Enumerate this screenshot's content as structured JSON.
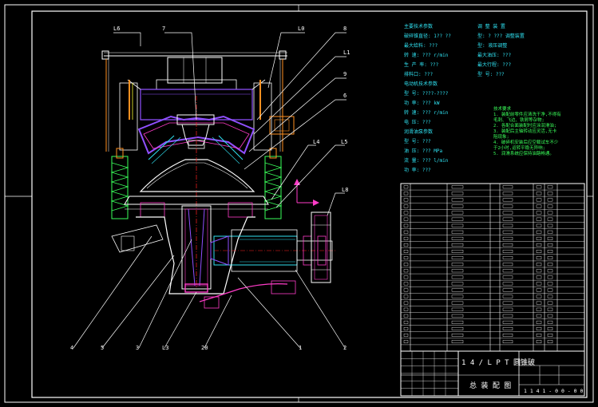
{
  "callouts": {
    "top": [
      "L6",
      "7",
      "L0",
      "8",
      "L1",
      "9",
      "6",
      "L4",
      "L5",
      "L8"
    ],
    "bottom": [
      "4",
      "5",
      "3",
      "L3",
      "20",
      "1",
      "2"
    ]
  },
  "specs": {
    "left_block": [
      "主要技术参数",
      "破碎锥直径: 1?? ??",
      "最大给料: ??? ",
      "转    速: ??? r/min",
      "生 产 率: ???",
      "排料口: ???",
      "电动机技术参数",
      "型    号: ????-????",
      "功    率: ??? kW",
      "转    速: ??? r/min",
      "电    压: ???",
      "润滑油泵参数",
      "型    号: ???",
      "油    压: ??? MPa",
      "流    量: ??? l/min",
      "功    率: ???"
    ],
    "right_block": [
      "调 整 装 置",
      "型: ? ??? 调整装置",
      "型: 液压调整",
      "最大油压: ???",
      "最大行程: ???",
      "型 号: ???"
    ]
  },
  "notes": [
    "技术要求",
    "1. 装配前零件应清洗干净,不得有",
    "   毛刺、飞边、铁屑等杂物;",
    "2. 各配合面装配时应涂润滑油;",
    "3. 装配后主轴转动应灵活,无卡",
    "   阻现象;",
    "4. 破碎机安装后应空载试车不少",
    "   于2小时,运转平稳无异响;",
    "5. 润滑系统应保持油路畅通。"
  ],
  "title_block": {
    "drawing_name": "1 4 / L P T 圆锥破",
    "drawing_subtitle": "总 装 配 图",
    "drawing_number": "1 1 4 1 - 0 0 - 0 0"
  },
  "colors": {
    "background": "#000000",
    "frame": "#ffffff",
    "main_body": "#ffffff",
    "spring": "#3aff5a",
    "bowl_liner": "#9050ff",
    "hydraulic": "#ff3cc8",
    "centerline": "#ff2020",
    "orange_part": "#ff9020",
    "cyan_part": "#2fe0f0",
    "yellow_part": "#ffff30"
  }
}
